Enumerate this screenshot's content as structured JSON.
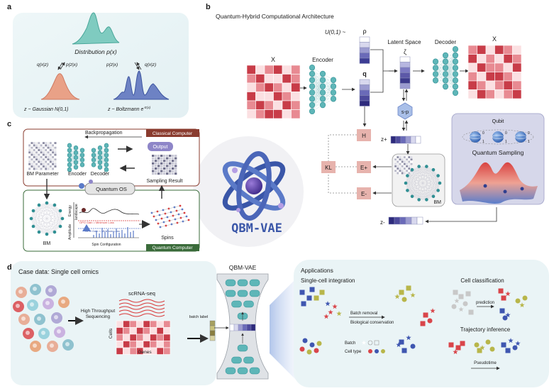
{
  "panels": {
    "a": {
      "letter": "a",
      "distribution_label": "Distribution p(x)",
      "left_enc": "q(x|z)",
      "left_dec": "p(z|x)",
      "right_dec": "p(z|x)",
      "right_enc": "q(x|z)",
      "gaussian_label": "z ~ Gaussian N(0,1)",
      "boltzmann_label": "z ~ Boltzmann e",
      "boltzmann_exp": "-E(x)"
    },
    "b": {
      "letter": "b",
      "title": "Quantum-Hybrid Computational Architecture",
      "x_left": "X",
      "encoder": "Encoder",
      "uniform": "U(0,1) ~",
      "rho": "ρ",
      "q": "q",
      "latent_space": "Latent Space",
      "zeta": "ζ",
      "decoder": "Decoder",
      "x_right": "X",
      "s_p": "s-p",
      "h": "H",
      "kl": "KL",
      "e_plus": "E+",
      "e_minus": "E-",
      "z_plus": "z+",
      "z_minus": "z-",
      "bm": "BM",
      "qubit": "Qubit",
      "qubit_0": "0",
      "qubit_1": "1",
      "quantum_sampling": "Quantum Sampling"
    },
    "c": {
      "letter": "c",
      "backprop": "Backpropagation",
      "classical_computer": "Classical Computer",
      "output": "Output",
      "bm_parameter": "BM Parameter",
      "encoder": "Encoder",
      "decoder": "Decoder",
      "sampling_result": "Sampling Result",
      "quantum_os": "Quantum OS",
      "bm": "BM",
      "energy": "Energy",
      "landscape": "landscape",
      "amplitude": "Amplitude",
      "opo_gain_1": "OPO Gain = Minimum Loss",
      "opo_gain_2": "OPO Gain < Minimum Loss",
      "spin_configuration": "Spin Configuration",
      "spins": "Spins",
      "quantum_computer": "Quantum Computer"
    },
    "center": {
      "logo_text": "QBM-VAE"
    },
    "d": {
      "letter": "d",
      "case_title": "Case data: Single cell omics",
      "high_throughput_1": "High Throughput",
      "high_throughput_2": "Sequencing",
      "scrna": "scRNA-seq",
      "cells": "Cells",
      "genes": "Genes",
      "qbm_vae": "QBM-VAE",
      "batch_label": "batch label",
      "applications": "Applications",
      "single_cell_integration": "Single-cell integration",
      "batch_removal": "Batch removal",
      "bio_conservation": "Biological conservation",
      "batch": "Batch",
      "cell_type": "Cell type",
      "cell_classification": "Cell classification",
      "prediction": "prediction",
      "trajectory_inference": "Trajectory inference",
      "pseudotime": "Pseudotime"
    }
  },
  "colors": {
    "heat_dark": "#c83c48",
    "heat_mid": "#e88a92",
    "heat_light": "#fbe0e2",
    "teal": "#5eb6b8",
    "teal_dark": "#2f8f93",
    "navy": "#2c3a8c",
    "purple_latent": "#4d4a9c",
    "panel_bg": "#eaf4f6",
    "box_pink": "#e7b3ad",
    "classical": "#8a3b2e",
    "quantum": "#3a6b3a",
    "logo": "#3a56a8"
  }
}
